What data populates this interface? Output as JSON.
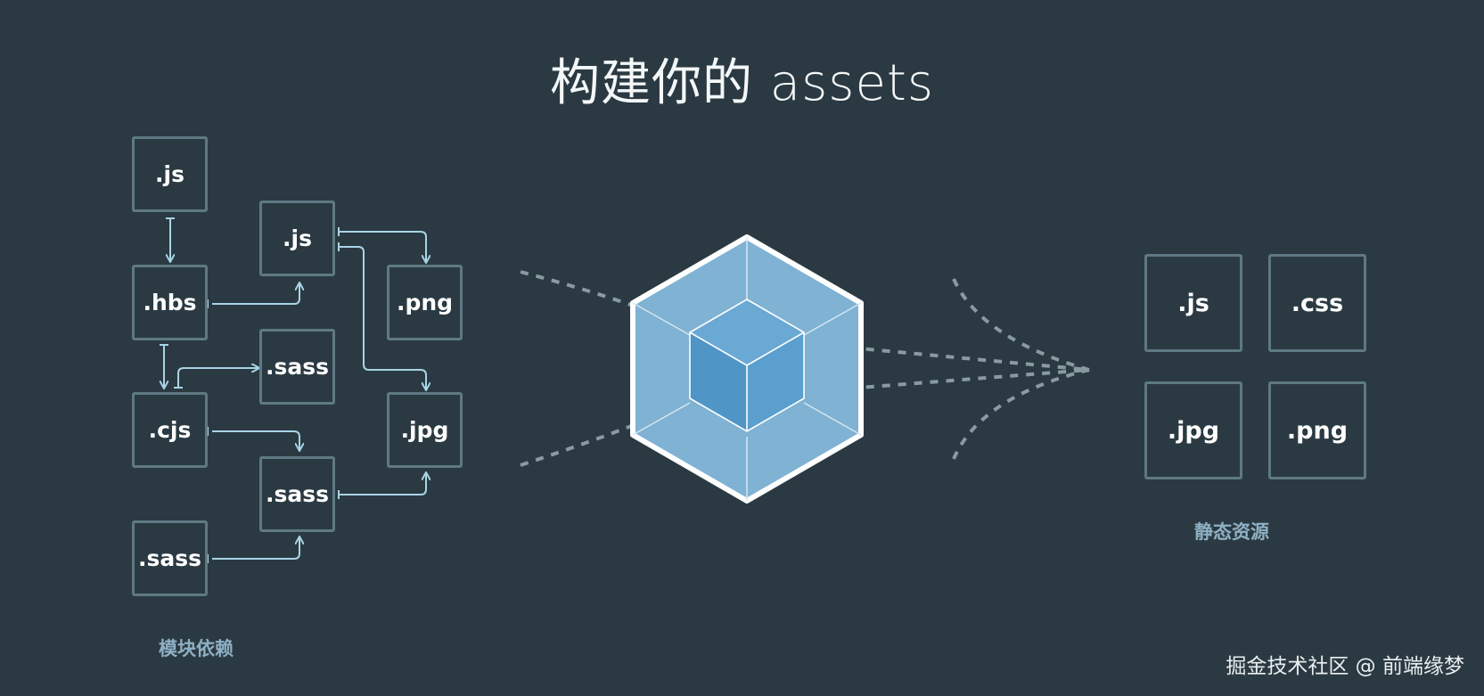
{
  "title": "构建你的 assets",
  "left_group": {
    "caption": "模块依赖",
    "nodes": [
      {
        "id": "js1",
        "label": ".js"
      },
      {
        "id": "js2",
        "label": ".js"
      },
      {
        "id": "hbs",
        "label": ".hbs"
      },
      {
        "id": "png1",
        "label": ".png"
      },
      {
        "id": "sass1",
        "label": ".sass"
      },
      {
        "id": "cjs",
        "label": ".cjs"
      },
      {
        "id": "jpg1",
        "label": ".jpg"
      },
      {
        "id": "sass2",
        "label": ".sass"
      },
      {
        "id": "sass3",
        "label": ".sass"
      }
    ]
  },
  "right_group": {
    "caption": "静态资源",
    "nodes": [
      {
        "id": "out-js",
        "label": ".js"
      },
      {
        "id": "out-css",
        "label": ".css"
      },
      {
        "id": "out-jpg",
        "label": ".jpg"
      },
      {
        "id": "out-png",
        "label": ".png"
      }
    ]
  },
  "watermark": "掘金技术社区 @ 前端缘梦",
  "colors": {
    "background": "#2b3a42",
    "box_border": "#5f7983",
    "arrow": "#a9d3e6",
    "caption": "#8fb0c4",
    "dashes": "#8a9aa1",
    "cube_outer": "#7fb2d3",
    "cube_inner": "#5b9ccb"
  }
}
